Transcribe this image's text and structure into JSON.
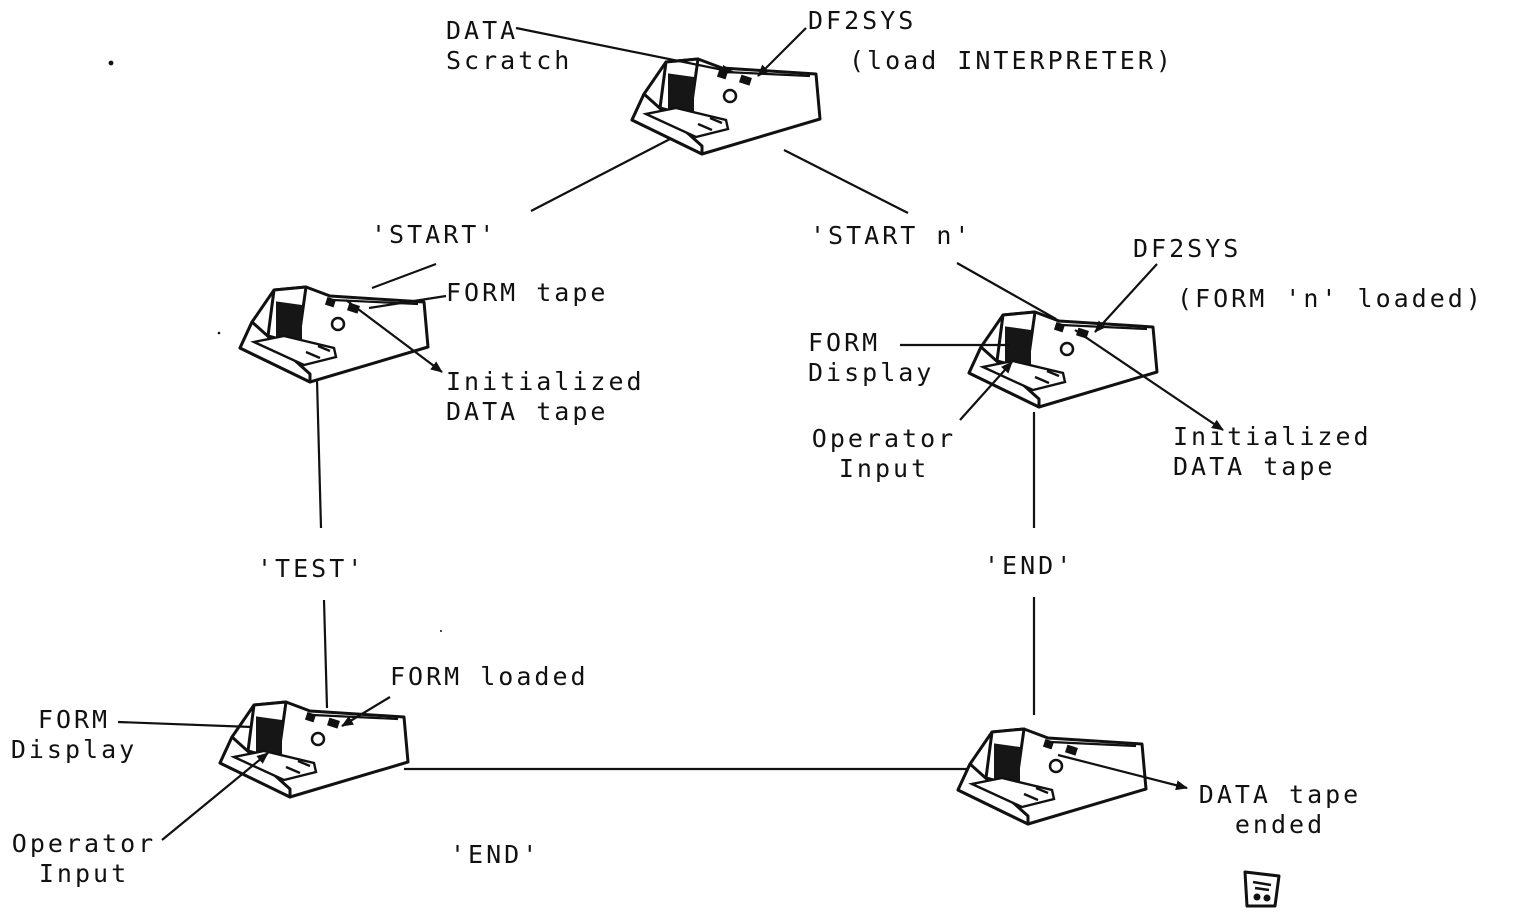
{
  "colors": {
    "ink": "#111111",
    "paper": "#ffffff"
  },
  "icons": {
    "terminal": "crt-terminal-with-tape-drives-icon",
    "corner_logo": "tape-cassette-logo-icon"
  },
  "top_terminal": {
    "data_scratch_label": "DATA\nScratch",
    "df2sys_label": "DF2SYS",
    "load_note": "(load INTERPRETER)"
  },
  "branches": {
    "start": "'START'",
    "start_n": "'START n'",
    "test": "'TEST'",
    "end_right": "'END'",
    "end_bottom": "'END'"
  },
  "left_terminal": {
    "form_tape": "FORM tape",
    "initialized_data_tape": "Initialized\nDATA tape"
  },
  "right_terminal": {
    "df2sys_label": "DF2SYS",
    "form_loaded_note": "(FORM 'n' loaded)",
    "form_display": "FORM\nDisplay",
    "operator_input": "Operator\nInput",
    "initialized_data_tape": "Initialized\nDATA tape"
  },
  "bottom_left_terminal": {
    "form_loaded": "FORM loaded",
    "form_display": "FORM\nDisplay",
    "operator_input": "Operator\nInput"
  },
  "bottom_right_terminal": {
    "data_tape_ended": "DATA tape\nended"
  }
}
